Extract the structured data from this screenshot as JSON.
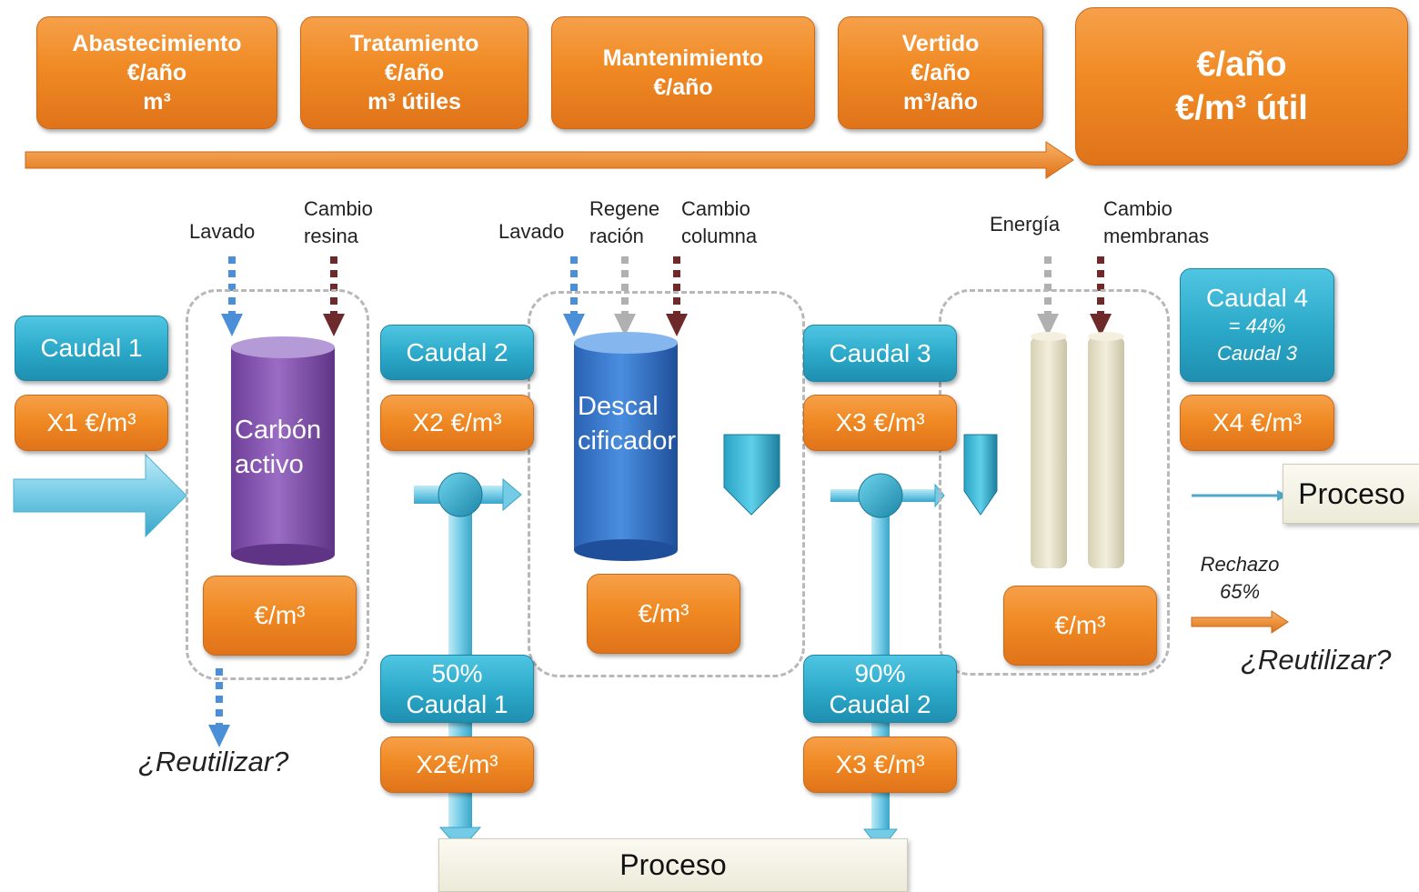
{
  "headers": [
    {
      "lines": [
        "Abastecimiento",
        "€/año",
        "m³"
      ]
    },
    {
      "lines": [
        "Tratamiento",
        "€/año",
        "m³ útiles"
      ]
    },
    {
      "lines": [
        "Mantenimiento",
        "€/año"
      ]
    },
    {
      "lines": [
        "Vertido",
        "€/año",
        "m³/año"
      ]
    },
    {
      "lines": [
        "€/año",
        "€/m³ útil"
      ]
    }
  ],
  "inputs": {
    "lavado_1": "Lavado",
    "cambio_resina": [
      "Cambio",
      "resina"
    ],
    "lavado_2": "Lavado",
    "regeneracion": [
      "Regene",
      "ración"
    ],
    "cambio_columna": [
      "Cambio",
      "columna"
    ],
    "energia": "Energía",
    "cambio_membranas": [
      "Cambio",
      "membranas"
    ]
  },
  "flows": {
    "caudal1": "Caudal 1",
    "caudal2": "Caudal 2",
    "caudal3": "Caudal 3",
    "caudal4": [
      "Caudal 4",
      "= 44%",
      "Caudal 3"
    ],
    "split1": [
      "50%",
      "Caudal 1"
    ],
    "split2": [
      "90%",
      "Caudal 2"
    ]
  },
  "costs": {
    "x1": "X1 €/m³",
    "x2": "X2 €/m³",
    "x3": "X3 €/m³",
    "x4": "X4 €/m³",
    "x2b": "X2€/m³",
    "x3b": "X3 €/m³",
    "unit1": "€/m³",
    "unit2": "€/m³",
    "unit3": "€/m³"
  },
  "equipment": {
    "carbon": [
      "Carbón",
      "activo"
    ],
    "descal": [
      "Descal",
      "cificador"
    ]
  },
  "outputs": {
    "proceso_right": "Proceso",
    "proceso_bottom": "Proceso",
    "rechazo": [
      "Rechazo",
      "65%"
    ],
    "reutilizar_left": "¿Reutilizar?",
    "reutilizar_right": "¿Reutilizar?"
  },
  "colors": {
    "orange": "#f08a24",
    "teal": "#2ba8c8",
    "carbon": "#8a5cb0",
    "descal": "#3f7fd0",
    "membrane": "#e6e1c8",
    "dotted_blue": "#4a8fd8",
    "dotted_grey": "#b0b0b0",
    "dotted_brown": "#6e2a2a"
  }
}
